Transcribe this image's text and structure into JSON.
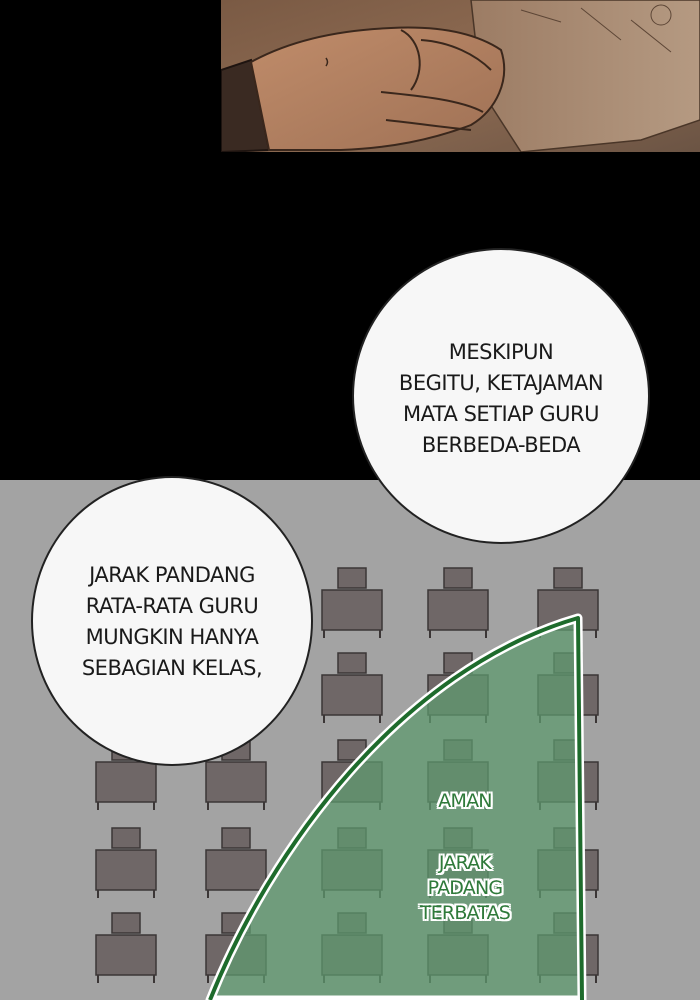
{
  "bubbles": {
    "right": "MESKIPUN\nBEGITU, KETAJAMAN\nMATA SETIAP GURU\nBERBEDA-BEDA",
    "left": "JARAK PANDANG\nRATA-RATA GURU\nMUNGKIN HANYA\nSEBAGIAN KELAS,"
  },
  "zone": {
    "safe_label": "AMAN",
    "limited_label": "JARAK\nPADANG\nTERBATAS"
  },
  "colors": {
    "gutter": "#000000",
    "classroom_bg": "#a3a3a3",
    "desk_gray": "#6f6767",
    "vision_zone_fill": "#5f9a6f",
    "vision_zone_stroke": "#1e6b2c",
    "zone_text": "#2f7a3a"
  }
}
